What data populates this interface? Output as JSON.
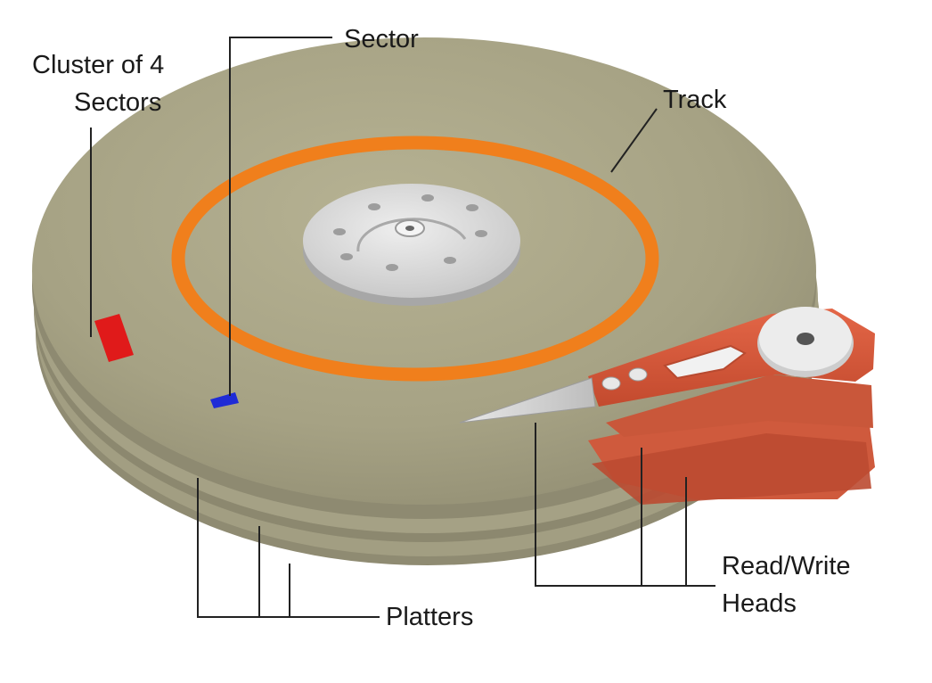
{
  "diagram": {
    "labels": {
      "cluster": [
        "Cluster of 4",
        "Sectors"
      ],
      "sector": "Sector",
      "track": "Track",
      "heads": [
        "Read/Write",
        "Heads"
      ],
      "platters": "Platters"
    },
    "colors": {
      "background": "#ffffff",
      "platter": "#a8a486",
      "track": "#f07f1c",
      "cluster_highlight": "#e01a1a",
      "sector_highlight": "#1f2bd6",
      "arm": "#d9583a",
      "spindle": "#d2d2d2",
      "leader_lines": "#222222"
    }
  }
}
